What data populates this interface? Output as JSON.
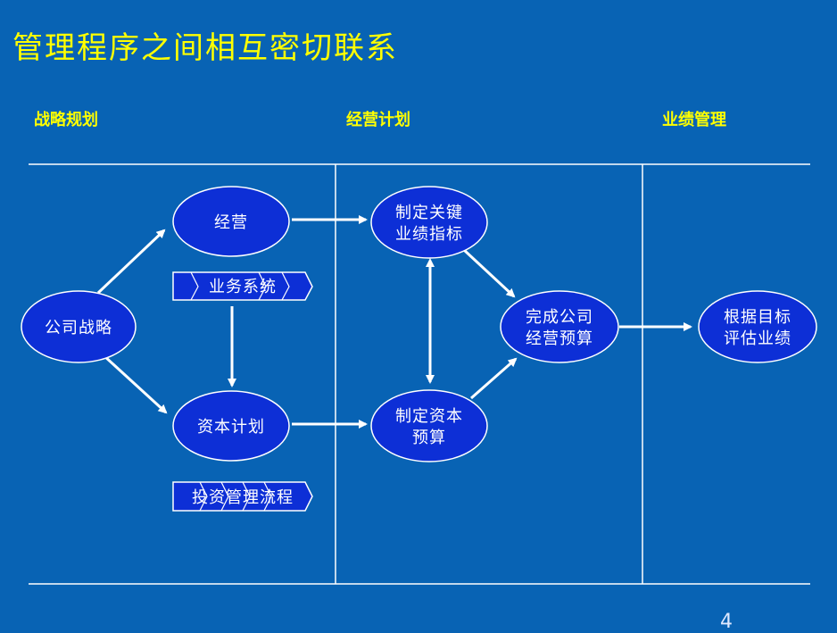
{
  "slide": {
    "title": "管理程序之间相互密切联系",
    "page_number": "4"
  },
  "columns": {
    "strategy": "战略规划",
    "operations": "经营计划",
    "performance": "业绩管理"
  },
  "nodes": {
    "company_strategy": [
      "公司战略"
    ],
    "business": [
      "经营"
    ],
    "capital_plan": [
      "资本计划"
    ],
    "key_kpi": [
      "制定关键",
      "业绩指标"
    ],
    "capital_budget": [
      "制定资本",
      "预算"
    ],
    "company_budget": [
      "完成公司",
      "经营预算"
    ],
    "evaluate": [
      "根据目标",
      "评估业绩"
    ]
  },
  "tags": {
    "business_system": "业务系统",
    "investment_process": "投资管理流程"
  },
  "colors": {
    "background": "#0863b4",
    "node_fill": "#0d2fd6",
    "title": "#ffff00",
    "line": "#ffffff"
  }
}
